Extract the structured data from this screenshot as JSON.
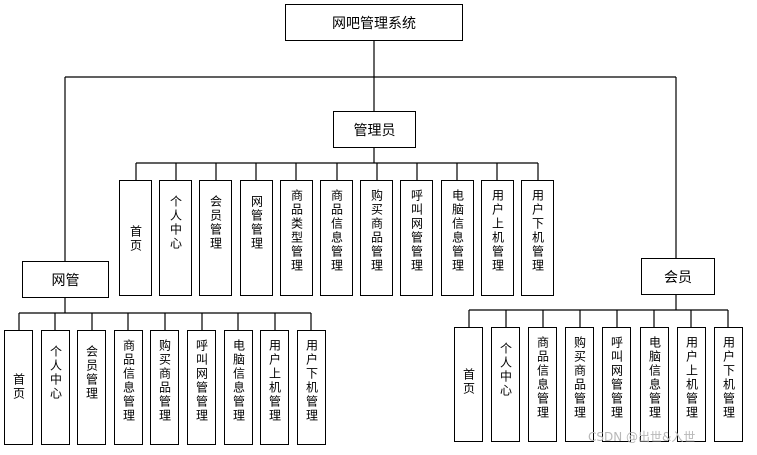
{
  "title": "网吧管理系统",
  "roles": {
    "admin": {
      "label": "管理员",
      "modules": [
        "首页",
        "个人中心",
        "会员管理",
        "网管管理",
        "商品类型管理",
        "商品信息管理",
        "购买商品管理",
        "呼叫网管管理",
        "电脑信息管理",
        "用户上机管理",
        "用户下机管理"
      ]
    },
    "netadmin": {
      "label": "网管",
      "modules": [
        "首页",
        "个人中心",
        "会员管理",
        "商品信息管理",
        "购买商品管理",
        "呼叫网管管理",
        "电脑信息管理",
        "用户上机管理",
        "用户下机管理"
      ]
    },
    "member": {
      "label": "会员",
      "modules": [
        "首页",
        "个人中心",
        "商品信息管理",
        "购买商品管理",
        "呼叫网管管理",
        "电脑信息管理",
        "用户上机管理",
        "用户下机管理"
      ]
    }
  },
  "watermark": "CSDN @出世&入世"
}
